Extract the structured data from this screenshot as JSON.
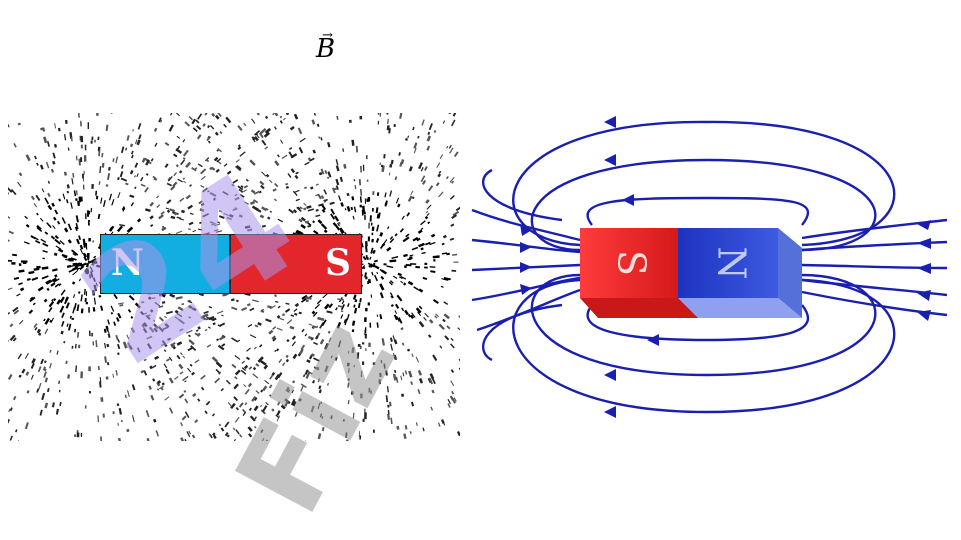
{
  "symbol": {
    "letter": "B",
    "arrow": "→"
  },
  "left_magnet": {
    "north_label": "N",
    "south_label": "S",
    "north_color": "#12aee2",
    "south_color": "#e3262b"
  },
  "right_magnet": {
    "south_label": "S",
    "north_label": "N",
    "south_color": "#e8262b",
    "north_color": "#2d49c8",
    "line_color": "#1a1fb0"
  },
  "watermark": {
    "text": "24",
    "gray_text": "Fiz",
    "color": "#aa96eb"
  }
}
